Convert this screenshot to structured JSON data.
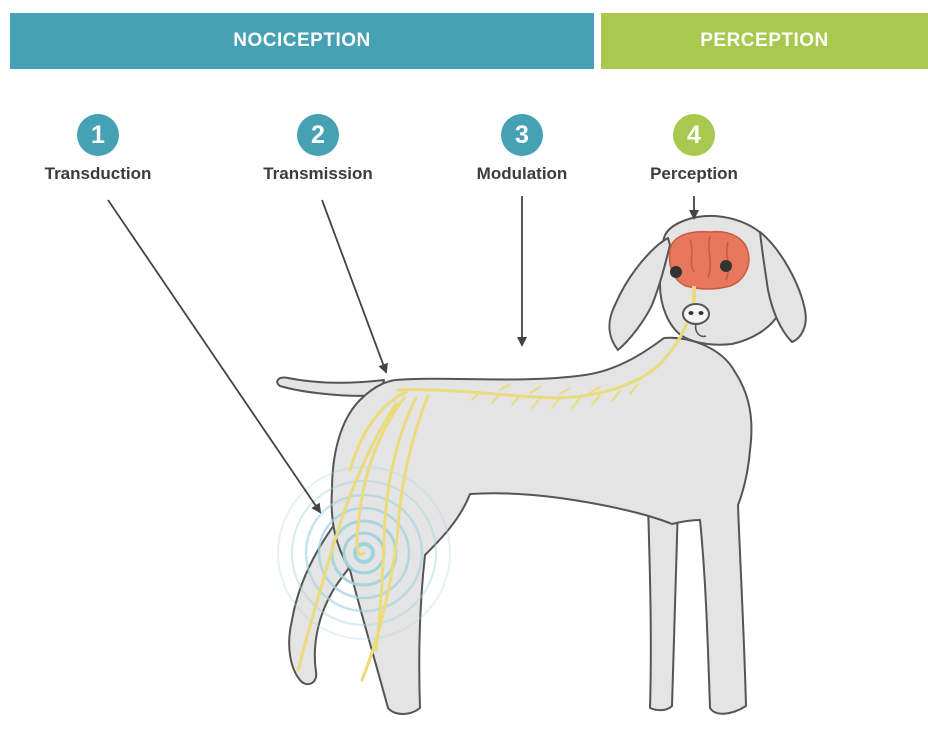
{
  "colors": {
    "nociception": "#46a1b5",
    "perception": "#a9c84e",
    "nerve": "#eadb7c",
    "brain": "#e8785c",
    "body": "#e4e4e4",
    "outline": "#555555",
    "ripple": "#9fd3dd"
  },
  "banners": {
    "nociception": "NOCICEPTION",
    "perception": "PERCEPTION"
  },
  "steps": [
    {
      "number": "1",
      "label": "Transduction"
    },
    {
      "number": "2",
      "label": "Transmission"
    },
    {
      "number": "3",
      "label": "Modulation"
    },
    {
      "number": "4",
      "label": "Perception"
    }
  ],
  "illustration": {
    "subject": "dog-icon",
    "arrows": [
      "transduction-arrow",
      "transmission-arrow",
      "modulation-arrow",
      "perception-arrow"
    ]
  }
}
